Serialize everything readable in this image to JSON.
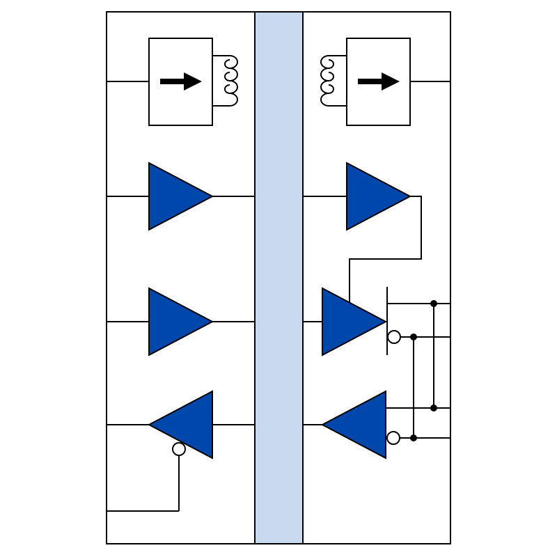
{
  "diagram": {
    "colors": {
      "background": "#ffffff",
      "line": "#000000",
      "amplifier_fill": "#0047ab",
      "isolation_barrier": "#c9daf0",
      "arrow": "#000000",
      "bubble_fill": "#ffffff"
    },
    "left_side": {
      "components": [
        {
          "kind": "transformer-block",
          "icon": "arrow-right-icon"
        },
        {
          "kind": "buffer",
          "direction": "right"
        },
        {
          "kind": "buffer",
          "direction": "right"
        },
        {
          "kind": "buffer",
          "direction": "left",
          "enable": "active-low"
        }
      ]
    },
    "barrier": {
      "kind": "isolation-barrier"
    },
    "right_side": {
      "components": [
        {
          "kind": "transformer-block",
          "icon": "arrow-right-icon"
        },
        {
          "kind": "buffer",
          "direction": "right"
        },
        {
          "kind": "buffer",
          "direction": "right",
          "enable": "active-low"
        },
        {
          "kind": "buffer",
          "direction": "left",
          "enable": "active-low"
        }
      ]
    }
  }
}
